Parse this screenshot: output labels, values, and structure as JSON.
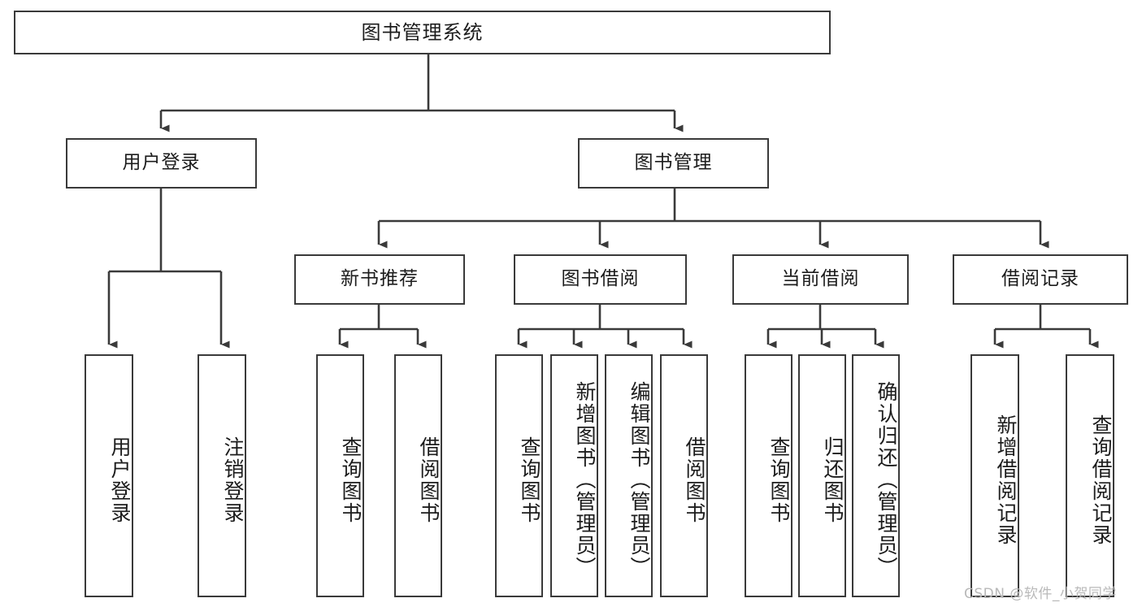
{
  "diagram": {
    "type": "tree-hierarchy",
    "title": "图书管理系统",
    "orientation": "top-down",
    "colors": {
      "stroke": "#3a3a3a",
      "fill": "#ffffff",
      "text": "#1c1c1c",
      "watermark": "#b9b9b9"
    },
    "levels": 4
  },
  "root": {
    "label": "图书管理系统"
  },
  "level2": [
    {
      "label": "用户登录"
    },
    {
      "label": "图书管理"
    }
  ],
  "level3": [
    {
      "label": "新书推荐"
    },
    {
      "label": "图书借阅"
    },
    {
      "label": "当前借阅"
    },
    {
      "label": "借阅记录"
    }
  ],
  "leaves": {
    "user_login": [
      {
        "label": "用户登录"
      },
      {
        "label": "注销登录"
      }
    ],
    "new_book_recommend": [
      {
        "label": "查询图书"
      },
      {
        "label": "借阅图书"
      }
    ],
    "book_borrow": [
      {
        "label": "查询图书"
      },
      {
        "label": "新增图书（管理员）"
      },
      {
        "label": "编辑图书（管理员）"
      },
      {
        "label": "借阅图书"
      }
    ],
    "current_borrow": [
      {
        "label": "查询图书"
      },
      {
        "label": "归还图书"
      },
      {
        "label": "确认归还（管理员）"
      }
    ],
    "borrow_record": [
      {
        "label": "新增借阅记录"
      },
      {
        "label": "查询借阅记录"
      }
    ]
  },
  "watermark": {
    "text": "CSDN @软件_小贺同学"
  }
}
